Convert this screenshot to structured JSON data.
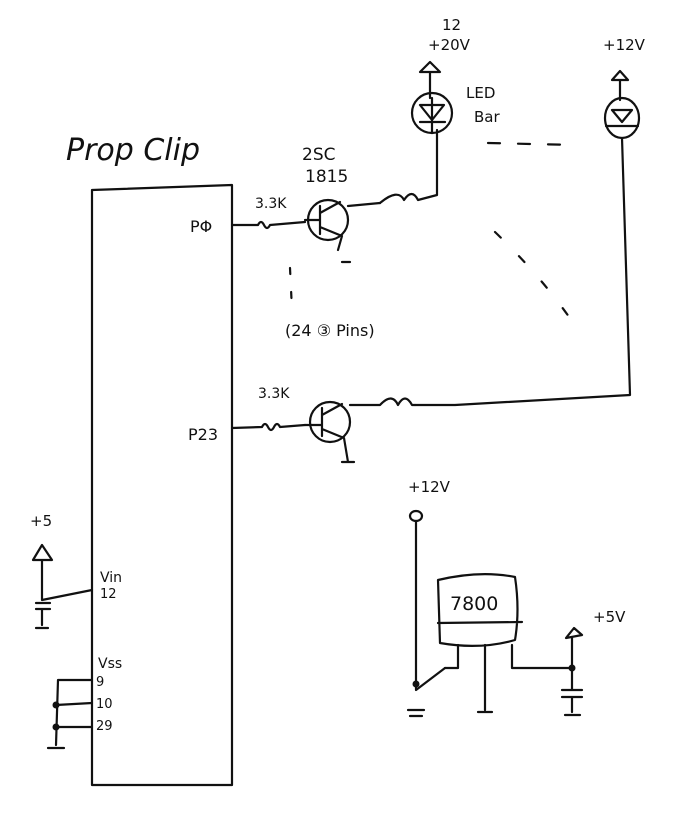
{
  "title": "Prop Clip",
  "transistor_part": [
    "2SC",
    "1815"
  ],
  "pins": {
    "p0": "PΦ",
    "p23": "P23",
    "vin": "Vin",
    "vin_num": "12",
    "vss": "Vss",
    "vss_nums": [
      "9",
      "10",
      "29"
    ]
  },
  "resistors": {
    "r1": "3.3K",
    "r2": "3.3K"
  },
  "led_bar": {
    "label_line1": "LED",
    "label_line2": "Bar",
    "supply1_num": "12",
    "supply1": "+20V",
    "supply2": "+12V"
  },
  "pin_range_note": "(24 ③ Pins)",
  "supply_plus5": "+5",
  "regulator": {
    "part": "7800",
    "input": "+12V",
    "output": "+5V"
  }
}
